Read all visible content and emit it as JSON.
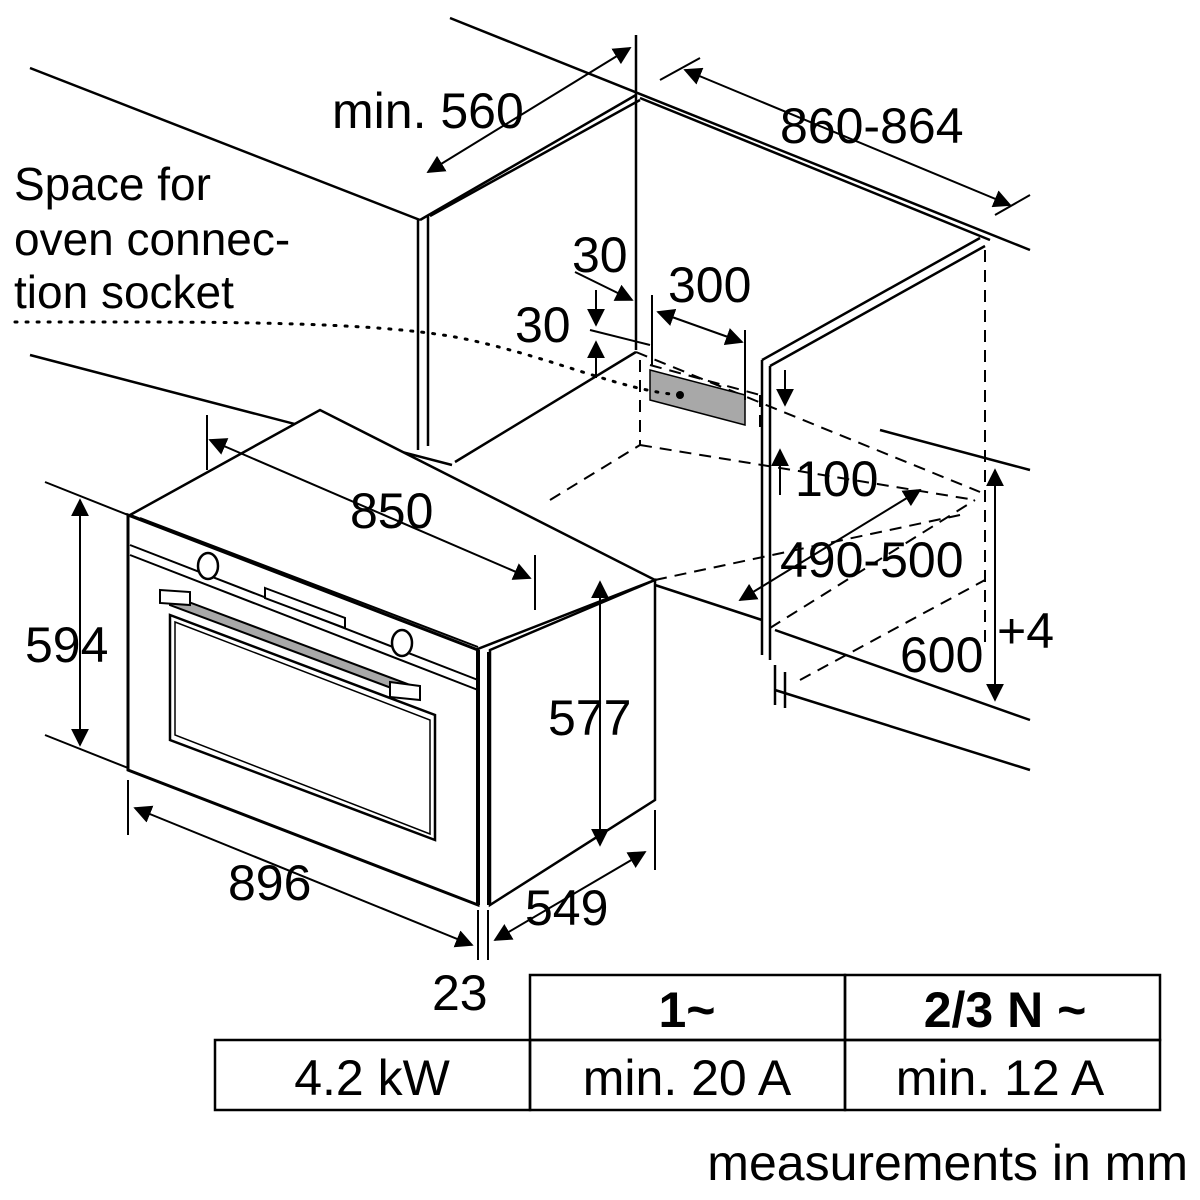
{
  "dimensions": {
    "cabinet_depth": "min. 560",
    "cabinet_width": "860-864",
    "offset_top_left": "30",
    "socket_width": "300",
    "offset_top": "30",
    "socket_height": "100",
    "niche_depth": "490-500",
    "niche_height": "600",
    "niche_height_tolerance": "+4",
    "oven_depth_top": "850",
    "oven_front_height": "594",
    "oven_body_height": "577",
    "oven_width": "896",
    "oven_depth": "549",
    "oven_front_thickness": "23"
  },
  "socket_note": {
    "line1": "Space for",
    "line2": "oven connec-",
    "line3": "tion socket"
  },
  "electrical_table": {
    "headers": [
      "1~",
      "2/3 N ~"
    ],
    "row_label": "4.2 kW",
    "values": [
      "min. 20 A",
      "min. 12 A"
    ]
  },
  "footer_note": "measurements in mm"
}
